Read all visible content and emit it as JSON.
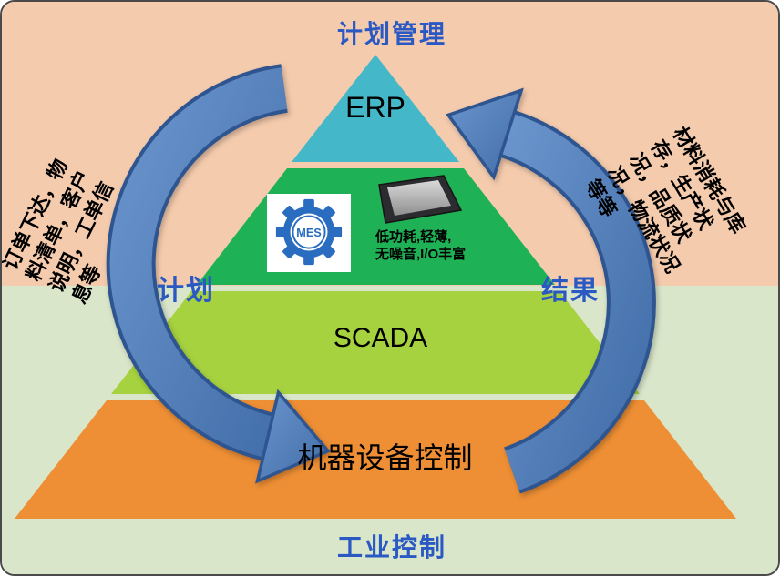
{
  "header": {
    "top_title": "计划管理"
  },
  "footer": {
    "bottom_title": "工业控制"
  },
  "cycle": {
    "left_label": "计划",
    "right_label": "结果",
    "left_note": "订单下达，物料清单，客户说明，工单信息等",
    "right_note": "材料消耗与库存，生产状况，品质状况，物流状况等等"
  },
  "pyramid": {
    "erp": "ERP",
    "scada": "SCADA",
    "control": "机器设备控制",
    "mes_logo": "MES",
    "device_caption_line1": "低功耗,轻薄,",
    "device_caption_line2": "无噪音,I/O丰富"
  },
  "colors": {
    "background_top": "#f5cbad",
    "background_bottom": "#d9e6ca",
    "erp_layer": "#44b8c9",
    "mes_layer": "#1fb155",
    "scada_layer": "#a7d23f",
    "control_layer": "#ee8f35",
    "arrow_fill": "#4e7ab8",
    "arrow_outline": "#2f5590",
    "title_blue": "#2b59c4"
  }
}
